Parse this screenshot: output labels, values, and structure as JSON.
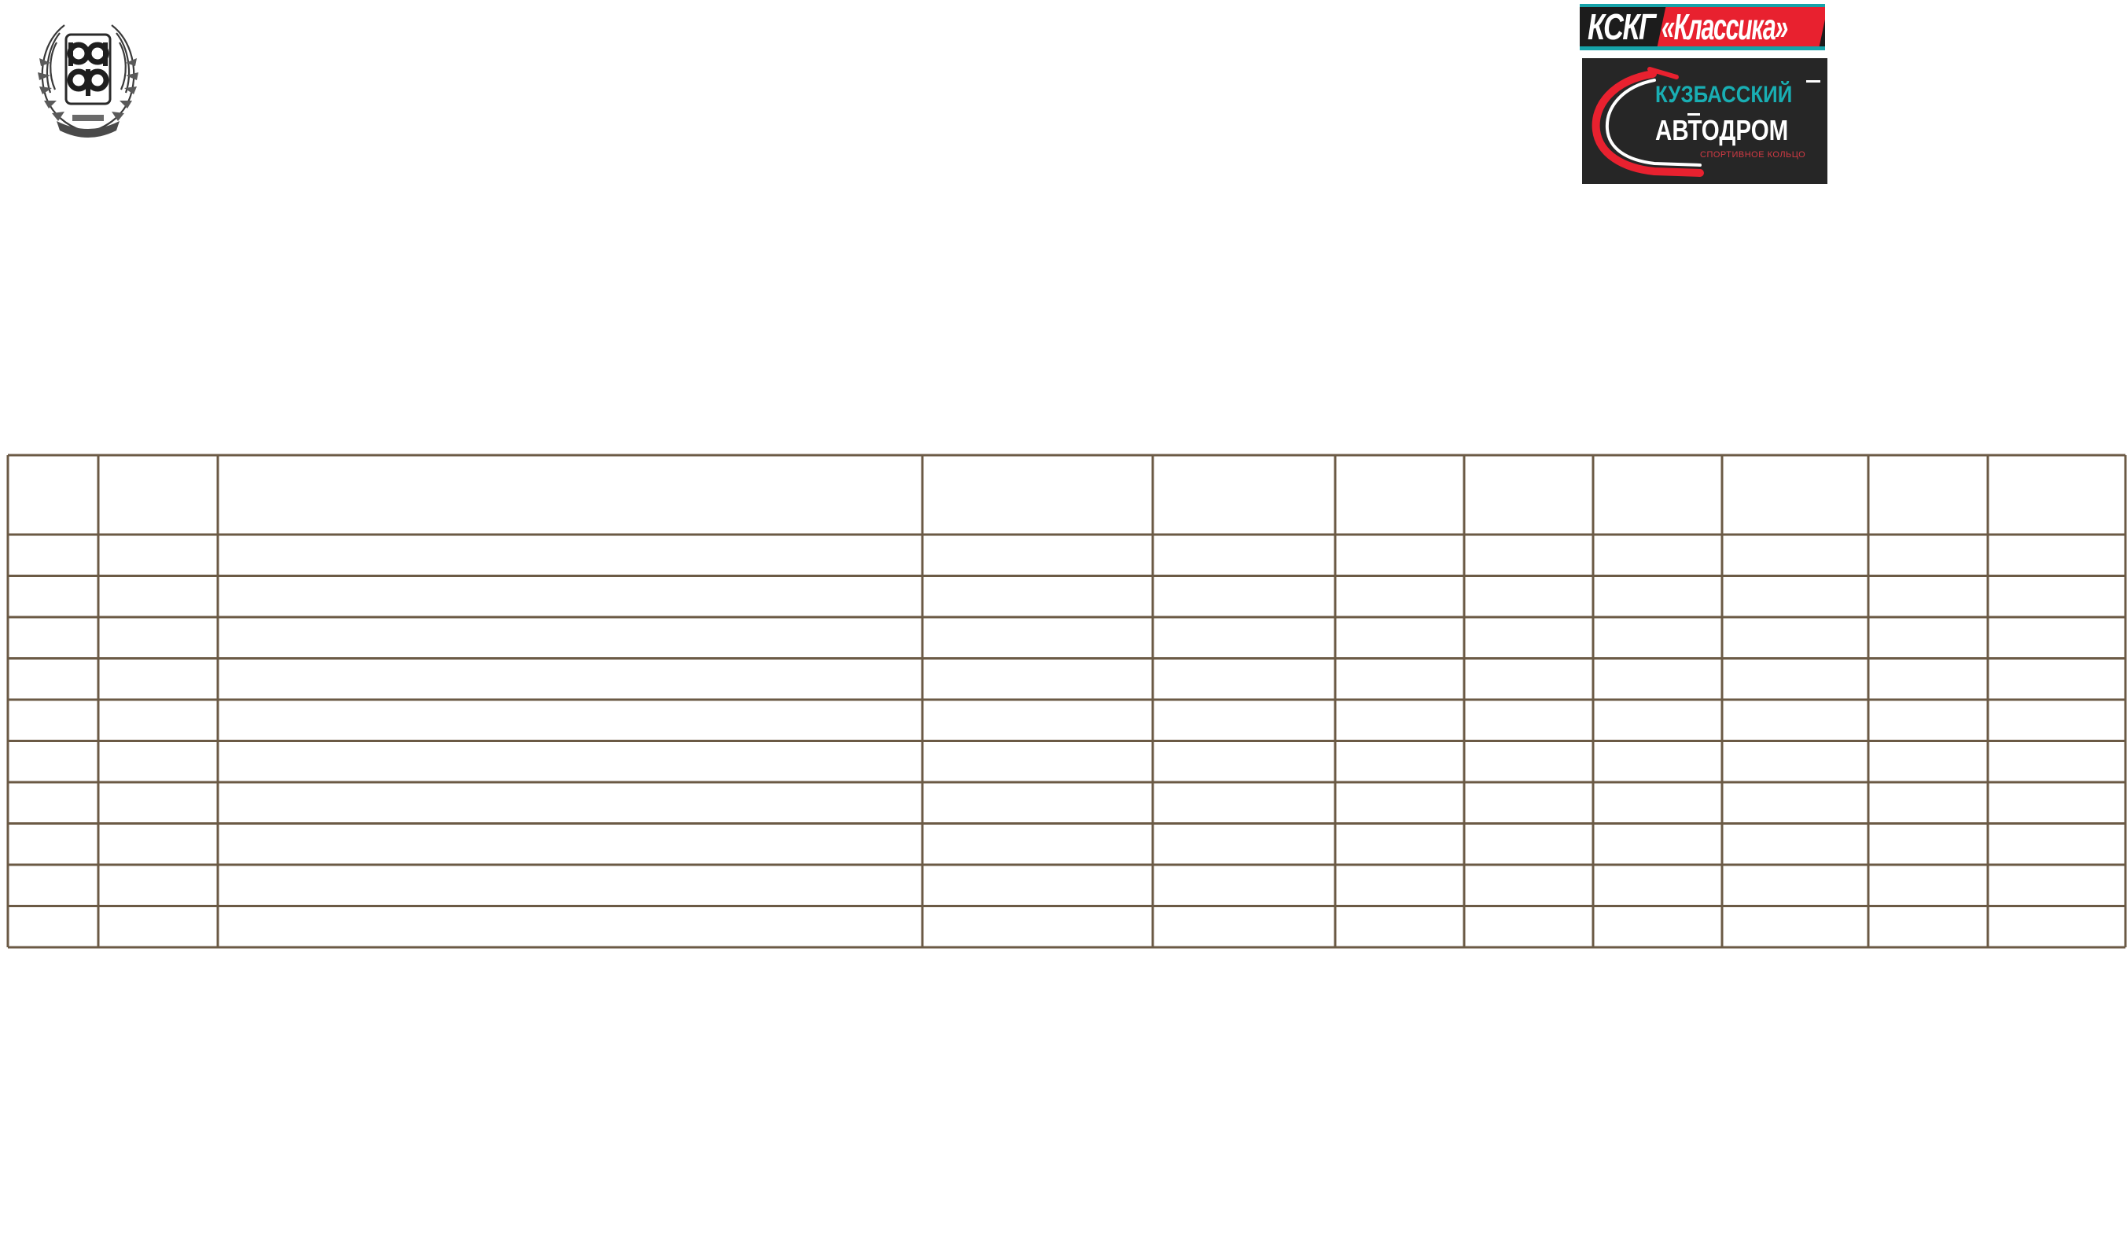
{
  "header": {
    "emblem": {
      "icon": "federation-emblem-icon"
    },
    "logos": {
      "klassika": {
        "prefix": "КСКГ",
        "name": "«Классика»",
        "accent_color": "#e8212f",
        "stripe_color": "#16a3a9"
      },
      "avtodrom": {
        "line1": "КУЗБАССКИЙ",
        "line2": "АВТОДРОМ",
        "line3": "СПОРТИВНОЕ КОЛЬЦО",
        "teal_color": "#19aeb3",
        "red_color": "#e8212f"
      }
    }
  },
  "table": {
    "border_color": "#6b5a45",
    "column_count": 11,
    "header_rows": 1,
    "body_rows": 10,
    "cells": []
  }
}
